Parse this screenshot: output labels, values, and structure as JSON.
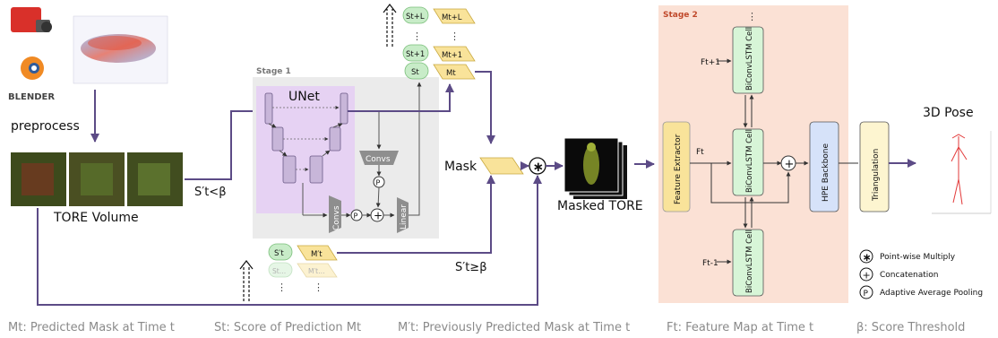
{
  "inputs": {
    "blender_label": "BLENDER",
    "preprocess_label": "preprocess",
    "tore_volume_label": "TORE Volume",
    "s_lt_beta": "S′t<β",
    "s_ge_beta": "S′t≥β"
  },
  "stage1": {
    "title": "Stage 1",
    "unet_label": "UNet",
    "convs_top": "Convs",
    "convs_bottom": "Convs",
    "linear": "Linear",
    "p_symbol": "P",
    "plus_symbol": "+"
  },
  "tokens_top": {
    "s_tl": "St+L",
    "m_tl": "Mt+L",
    "s_t1": "St+1",
    "m_t1": "Mt+1",
    "s_t": "St",
    "m_t": "Mt",
    "dots": "⋮"
  },
  "tokens_bottom": {
    "s_pt": "S′t",
    "m_pt": "M′t",
    "s_dots_label": "St…",
    "m_dots_label": "M′t…",
    "dots": "⋮"
  },
  "mask": {
    "label": "Mask",
    "multiply_symbol": "∗",
    "masked_tore_label": "Masked TORE"
  },
  "stage2": {
    "title": "Stage 2",
    "feature_extractor": "Feature Extractor",
    "bilstm_top": "BiConvLSTM Cell",
    "bilstm_mid": "BiConvLSTM Cell",
    "bilstm_bot": "BiConvLSTM Cell",
    "f_t1_top": "Ft+1",
    "f_t": "Ft",
    "f_t1_bot": "Ft-1",
    "hpe_backbone": "HPE Backbone",
    "triangulation": "Triangulation",
    "dots": "⋮"
  },
  "output": {
    "pose_title": "3D Pose"
  },
  "legend": {
    "multiply": "Point-wise Multiply",
    "concat": "Concatenation",
    "pool": "Adaptive Average Pooling",
    "multiply_symbol": "∗",
    "concat_symbol": "+",
    "pool_symbol": "P"
  },
  "footer": {
    "m_def": "Mt: Predicted Mask at Time t",
    "s_def": "St: Score of Prediction Mt",
    "mp_def": "M′t: Previously Predicted Mask at Time t",
    "f_def": "Ft: Feature Map at Time t",
    "beta_def": "β: Score Threshold"
  },
  "colors": {
    "arrow": "#5c4b86",
    "stage1_bg": "#ebebeb",
    "unet_bg": "#e6d2f3",
    "stage2_bg": "#fbe1d5",
    "green_token": "#c8ecc8",
    "yellow_token": "#f9e39a",
    "lstm_green": "#d7f5d7",
    "blue_block": "#d6e2f9",
    "footer_text": "#8a8a8a",
    "stage2_title": "#c0492b"
  }
}
